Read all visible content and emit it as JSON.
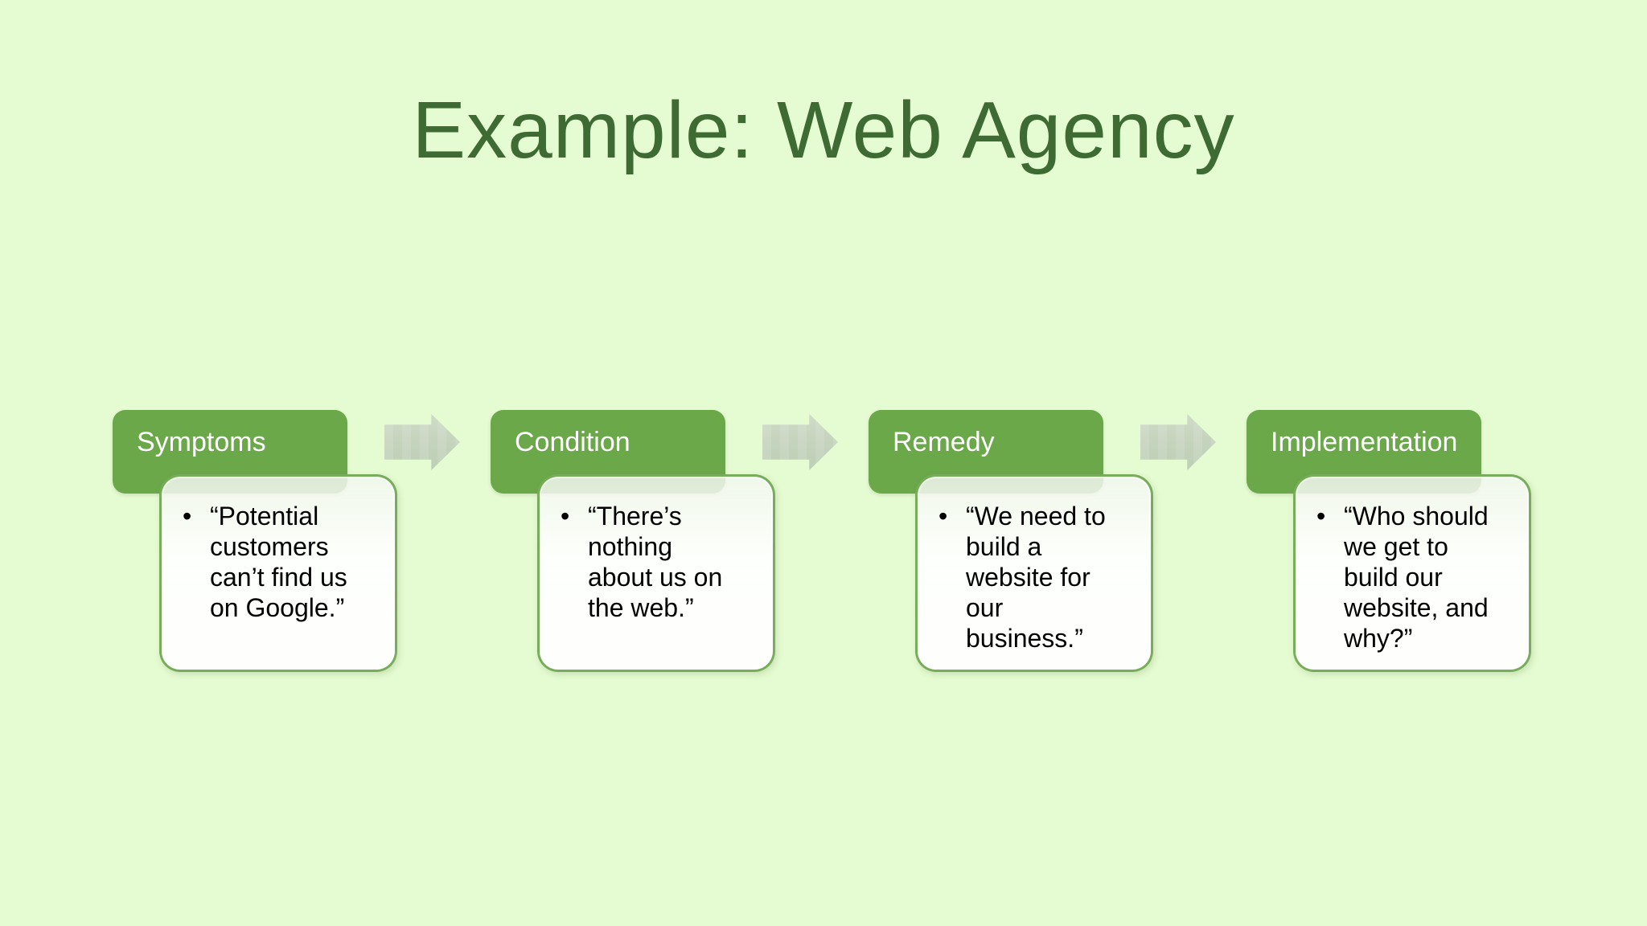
{
  "slide": {
    "title": "Example: Web Agency",
    "bullet": "•",
    "colors": {
      "background": "#e5fbd1",
      "title_text": "#3e6b33",
      "header_fill": "#6ba84a",
      "header_text": "#ffffff",
      "card_border": "#6da64d",
      "card_text": "#000000",
      "arrow_fill": "#c6d4be"
    }
  },
  "steps": [
    {
      "label": "Symptoms",
      "quote": "“Potential\ncustomers\ncan’t find us\non Google.”"
    },
    {
      "label": "Condition",
      "quote": "“There’s\nnothing\nabout us on\nthe web.”"
    },
    {
      "label": "Remedy",
      "quote": "“We need to\nbuild a\nwebsite for\nour\nbusiness.”"
    },
    {
      "label": "Implementation",
      "quote": "“Who should\nwe get to\nbuild our\nwebsite, and\nwhy?”"
    }
  ]
}
